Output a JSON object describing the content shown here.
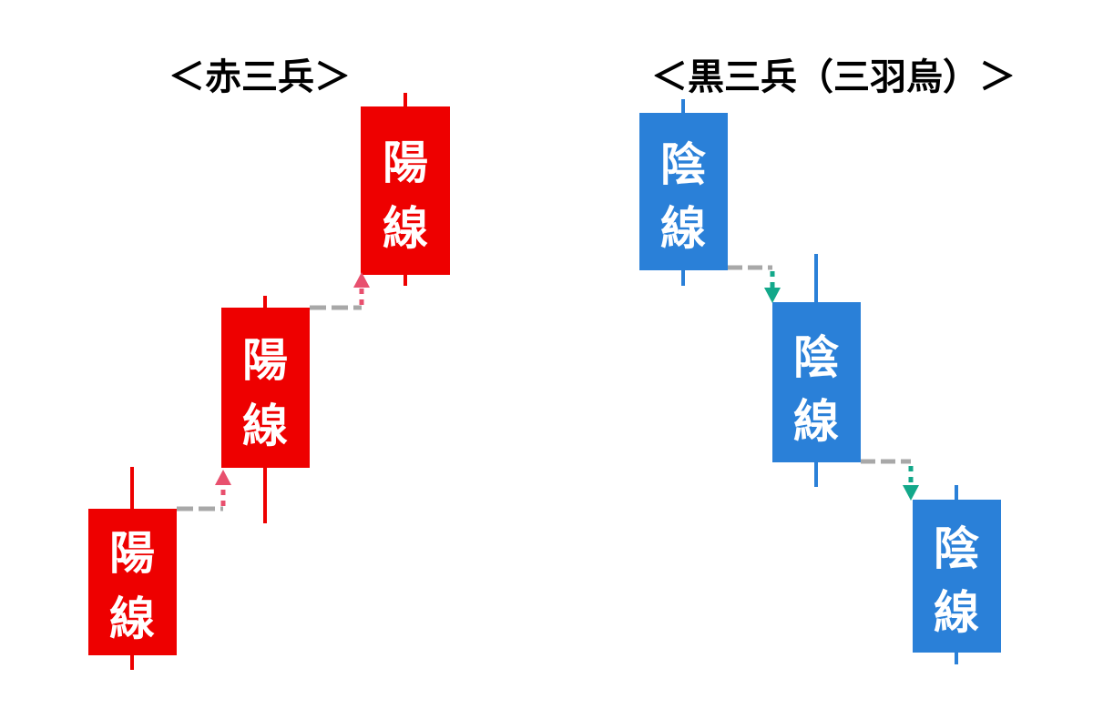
{
  "titles": {
    "left": "＜赤三兵＞",
    "right": "＜黒三兵（三羽烏）＞"
  },
  "labels": {
    "bullish": [
      "陽",
      "線"
    ],
    "bearish": [
      "陰",
      "線"
    ]
  },
  "colors": {
    "bullish": "#ee0000",
    "bearish": "#2a80d8",
    "connector": "#a8a8a8",
    "up_arrow": "#e8506e",
    "down_arrow": "#13a88a"
  }
}
